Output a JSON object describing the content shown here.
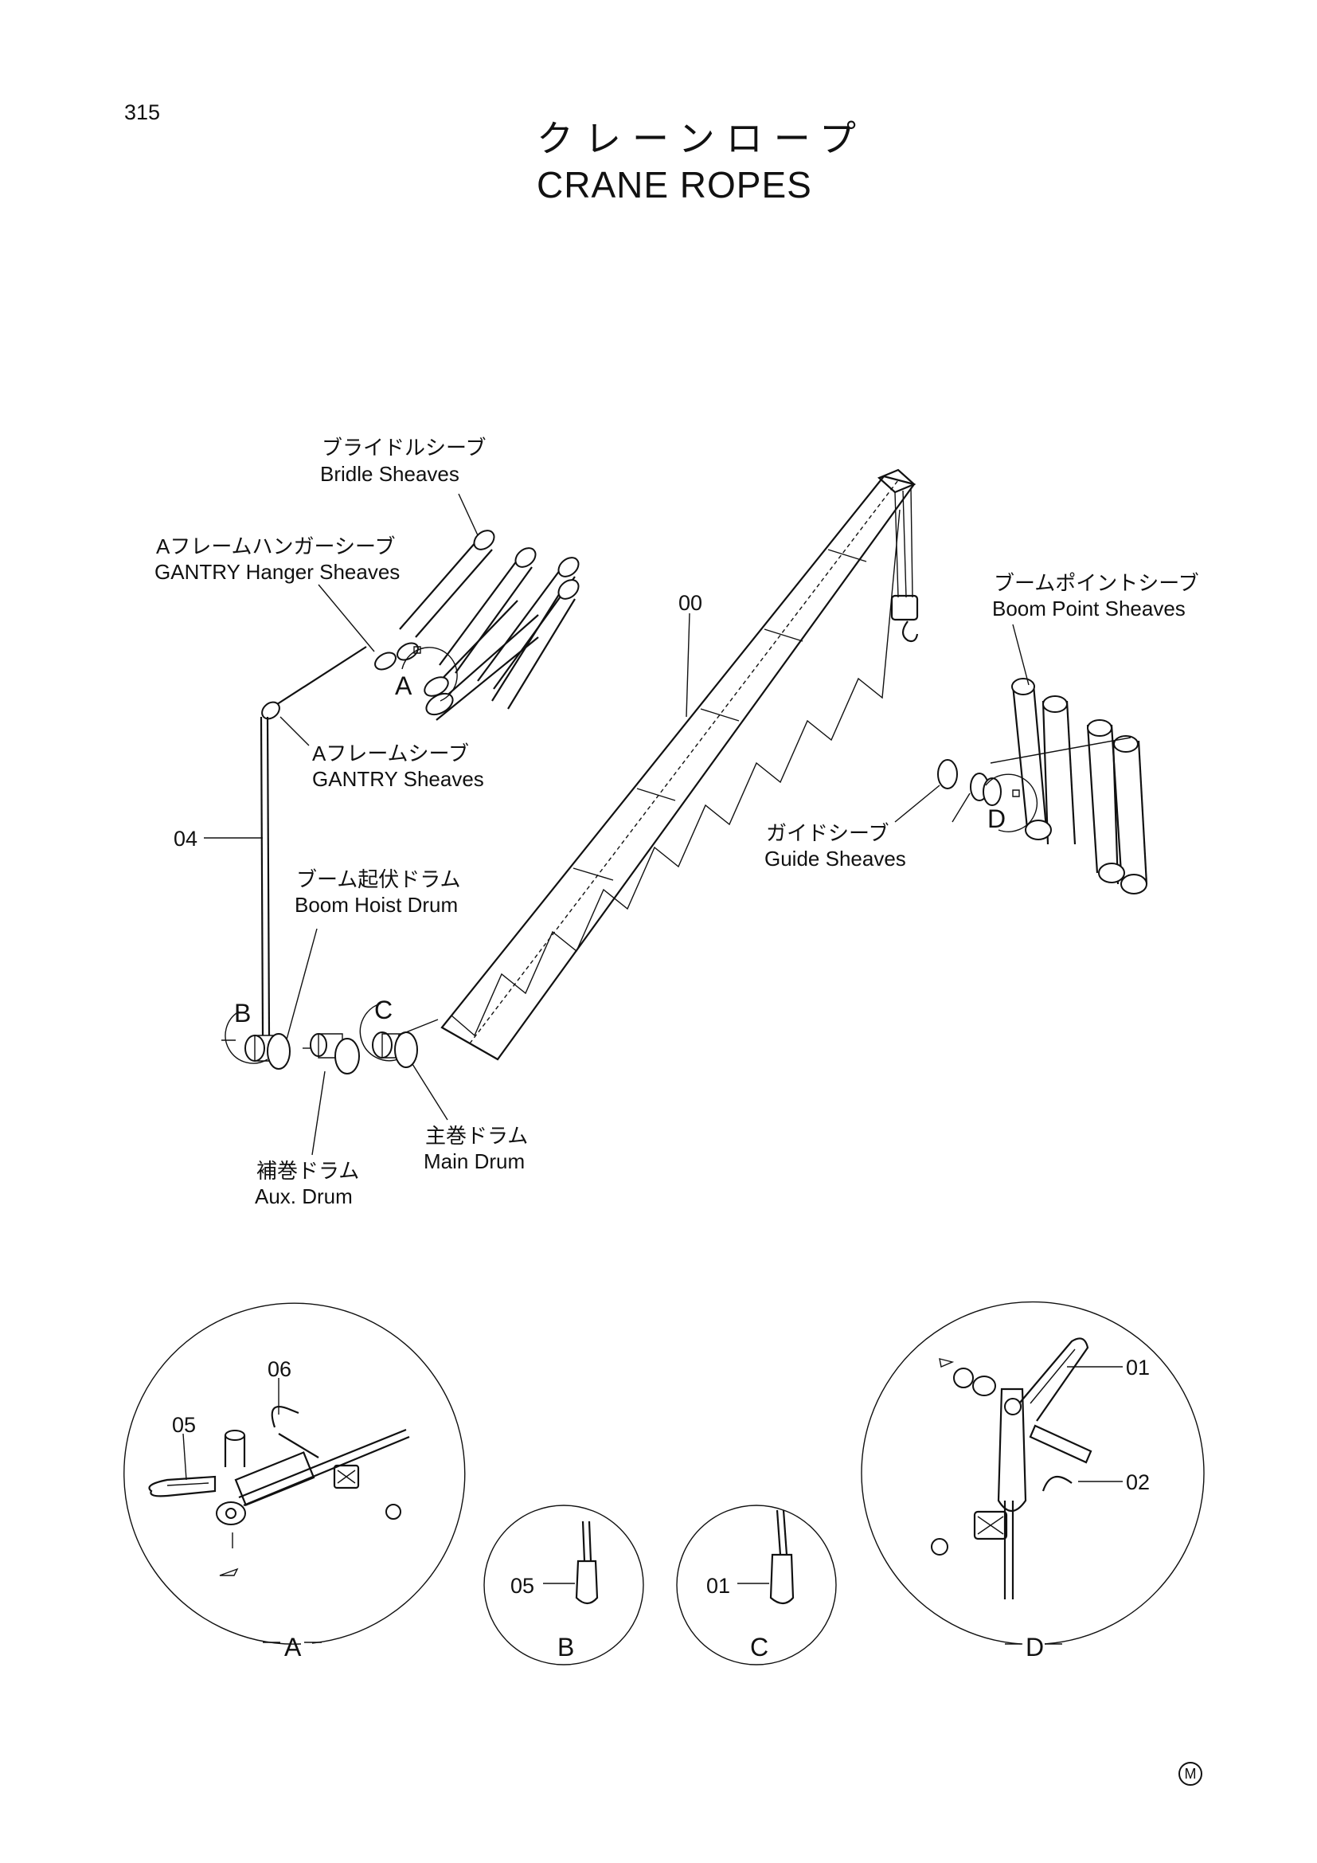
{
  "page_number": "315",
  "title": {
    "jp": "クレーンロープ",
    "en": "CRANE ROPES"
  },
  "labels": {
    "bridle": {
      "jp": "ブライドルシーブ",
      "en": "Bridle Sheaves"
    },
    "gantry_hanger": {
      "jp": "Aフレームハンガーシーブ",
      "en": "GANTRY Hanger Sheaves"
    },
    "gantry": {
      "jp": "Aフレームシーブ",
      "en": "GANTRY Sheaves"
    },
    "boom_hoist": {
      "jp": "ブーム起伏ドラム",
      "en": "Boom Hoist Drum"
    },
    "aux_drum": {
      "jp": "補巻ドラム",
      "en": "Aux. Drum"
    },
    "main_drum": {
      "jp": "主巻ドラム",
      "en": "Main Drum"
    },
    "boom_point": {
      "jp": "ブームポイントシーブ",
      "en": "Boom Point Sheaves"
    },
    "guide": {
      "jp": "ガイドシーブ",
      "en": "Guide Sheaves"
    }
  },
  "part_numbers": {
    "boom": "00",
    "rope_04": "04",
    "detail_a_05": "05",
    "detail_a_06": "06",
    "detail_b_05": "05",
    "detail_c_01": "01",
    "detail_d_01": "01",
    "detail_d_02": "02"
  },
  "callouts": {
    "a": "A",
    "b": "B",
    "c": "C",
    "d": "D"
  },
  "details": [
    {
      "letter": "A"
    },
    {
      "letter": "B"
    },
    {
      "letter": "C"
    },
    {
      "letter": "D"
    }
  ],
  "mark": "M"
}
